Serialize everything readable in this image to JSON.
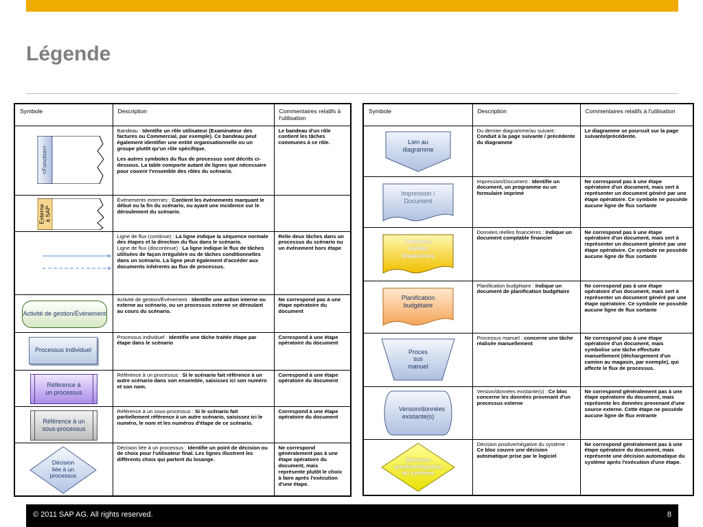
{
  "page": {
    "title": "Légende",
    "footer_copyright": "© 2011 SAP AG. All rights reserved.",
    "page_number": "8"
  },
  "left_table": {
    "headers": [
      "Symbole",
      "Description",
      "Commentaires relatifs à l'utilisation"
    ],
    "rows": [
      {
        "symbol_label": "<Fonction>",
        "desc_prefix": "Bandeau : ",
        "desc_bold": "Identifie un rôle utilisateur (Examinateur des factures ou Commercial, par exemple). Ce bandeau peut également identifier une entité organisationnelle ou un groupe plutôt qu'un rôle spécifique.",
        "desc_extra": "Les autres symboles du flux de processus sont décrits ci-dessous. La table comporte autant de lignes que nécessaire pour couvrir l'ensemble des rôles du scénario.",
        "comment": "Le bandeau d'un rôle contient les tâches communes à ce rôle."
      },
      {
        "symbol_label": "Externe à SAP",
        "desc_prefix": "Événements externes : ",
        "desc_bold": "Contient les événements marquant le début ou la fin du scénario, ou ayant une incidence sur le déroulement du scénario.",
        "comment": ""
      },
      {
        "symbol_label": "",
        "desc_prefix": "Ligne de flux (continue) : ",
        "desc_bold": "La ligne indique la séquence normale des étapes et la direction du flux dans le scénario.",
        "desc_prefix2": "Ligne de flux (discontinue) : ",
        "desc_bold2": "La ligne indique le flux de tâches utilisées de façon irrégulière ou de tâches conditionnelles dans un scénario. La ligne peut également d'accéder aux documents inhérents au flux de processus.",
        "comment": "Relie deux tâches dans un processus du scénario ou un événement hors étape"
      },
      {
        "symbol_label": "Activité de gestion/Événement",
        "desc_prefix": "Activité de gestion/Événement : ",
        "desc_bold": "Identifie une action interne ou externe au scénario, ou un processus externe se déroulant au cours du scénario.",
        "comment": "Ne correspond pas à une étape opératoire du document"
      },
      {
        "symbol_label": "Processus individuel",
        "desc_prefix": "Processus individuel : ",
        "desc_bold": "Identifie une tâche traitée étape par étape dans le scénario",
        "comment": "Correspond à une étape opératoire du document"
      },
      {
        "symbol_label": "Référence à un processus",
        "desc_prefix": "Référence à un processus : ",
        "desc_bold": "Si le scénario fait référence à un autre scénario dans son ensemble, saisissez ici son numéro et son nom.",
        "comment": "Correspond à une étape opératoire du document"
      },
      {
        "symbol_label": "Référence à un sous-processus",
        "desc_prefix": "Référence à un sous-processus : ",
        "desc_bold": "Si le scénario fait partiellement référence à un autre scénario, saisissez ici le numéro, le nom et les numéros d'étape de ce scénario.",
        "comment": "Correspond à une étape opératoire du document"
      },
      {
        "symbol_label": "Décision liée à un processus",
        "desc_prefix": "Décision liée à un processus : ",
        "desc_bold": "Identifie un point de décision ou de choix pour l'utilisateur final. Les lignes illustrent les différents choix qui partent du losange.",
        "comment": "Ne correspond généralement pas à une étape opératoire du document, mais représente plutôt le choix à faire après l'exécution d'une étape."
      }
    ]
  },
  "right_table": {
    "headers": [
      "Symbole",
      "Description",
      "Commentaires relatifs à l'utilisation"
    ],
    "rows": [
      {
        "symbol_label": "Lien au diagramme",
        "desc_prefix": "Du dernier diagramme/au suivant : ",
        "desc_bold": "Conduit à la page suivante / précédente du diagramme",
        "comment": "Le diagramme se poursuit sur la page suivante/précédente."
      },
      {
        "symbol_label": "Impression / Document",
        "desc_prefix": "Impression/Document : ",
        "desc_bold": "Identifie un document, un programme ou un formulaire imprimé",
        "comment": "Ne correspond pas à une étape opératoire d'un document, mais sert à représenter un document généré par une étape opératoire. Ce symbole ne possède aucune ligne de flux sortante"
      },
      {
        "symbol_label": "Données réelles financières",
        "desc_prefix": "Données réelles financières : ",
        "desc_bold": "Indique un document comptable financier",
        "comment": "Ne correspond pas à une étape opératoire d'un document, mais sert à représenter un document généré par une étape opératoire. Ce symbole ne possède aucune ligne de flux sortante"
      },
      {
        "symbol_label": "Planification budgétaire",
        "desc_prefix": "Planification budgétaire : ",
        "desc_bold": "Indique un document de planification budgétaire",
        "comment": "Ne correspond pas à une étape opératoire d'un document, mais sert à représenter un document généré par une étape opératoire. Ce symbole ne possède aucune ligne de flux sortante"
      },
      {
        "symbol_label": "Proces sus manuel",
        "desc_prefix": "Processus manuel : ",
        "desc_bold": "concerne une tâche réalisée manuellement",
        "comment": "Ne correspond pas à une étape opératoire d'un document, mais symbolise une tâche effectuée manuellement (déchargement d'un camion au magasin, par exemple), qui affecte le flux de processus."
      },
      {
        "symbol_label": "Version/données existante(s)",
        "desc_prefix": "Version/données existante(s) : ",
        "desc_bold": "Ce bloc concerne les données provenant d'un processus externe",
        "comment": "Ne correspond généralement pas à une étape opératoire du document, mais représente les données provenant d'une source externe. Cette étape ne possède aucune ligne de flux entrante"
      },
      {
        "symbol_label": "Décision positive/négative du système",
        "desc_prefix": "Décision positive/négative du système : ",
        "desc_bold": "Ce bloc couvre une décision automatique prise par le logiciel",
        "comment": "Ne correspond généralement pas à une étape opératoire du document, mais représente une décision automatique du système après l'exécution d'une étape."
      }
    ]
  }
}
